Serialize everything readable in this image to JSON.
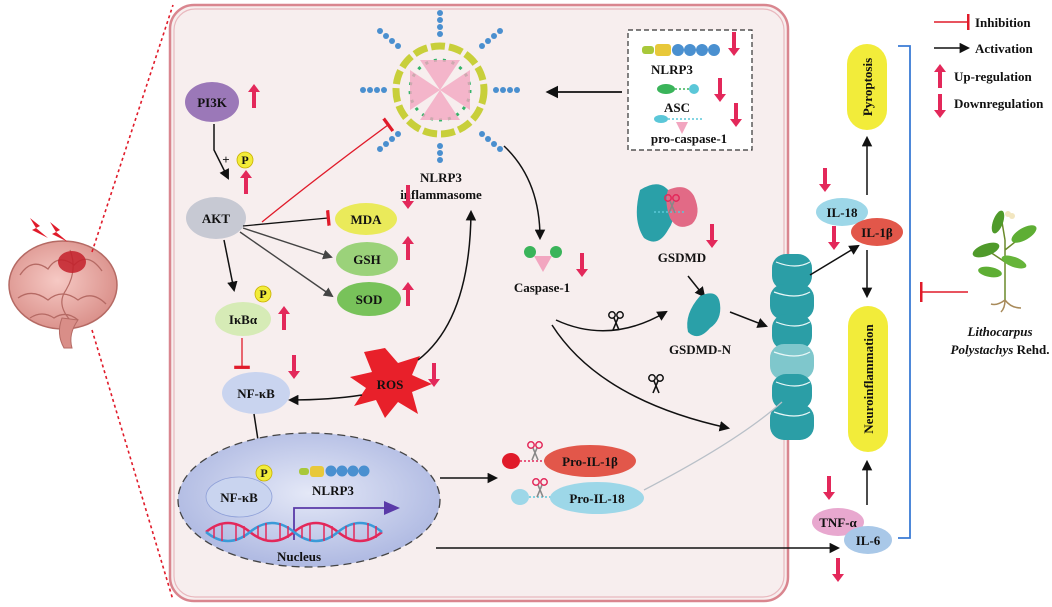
{
  "nodes": {
    "pi3k": "PI3K",
    "p_add": "+",
    "p": "P",
    "akt": "AKT",
    "ikba": "IκBα",
    "nfkb": "NF-κB",
    "mda": "MDA",
    "gsh": "GSH",
    "sod": "SOD",
    "ros": "ROS",
    "nlrp3_inflammasome_1": "NLRP3",
    "nlrp3_inflammasome_2": "inflammasome",
    "caspase1": "Caspase-1",
    "gsdmd": "GSDMD",
    "gsdmd_n": "GSDMD-N",
    "pro_il1b": "Pro-IL-1β",
    "pro_il18": "Pro-IL-18",
    "nucleus": "Nucleus",
    "nucleus_nfkb": "NF-κB",
    "nucleus_nlrp3": "NLRP3",
    "il18": "IL-18",
    "il1b": "IL-1β",
    "tnfa": "TNF-α",
    "il6": "IL-6",
    "pyroptosis": "Pyroptosis",
    "neuroinflammation": "Neuroinflammation"
  },
  "complex_box": {
    "nlrp3": "NLRP3",
    "asc": "ASC",
    "pro_caspase1": "pro-caspase-1"
  },
  "legend": {
    "inhibition": "Inhibition",
    "activation": "Activation",
    "upregulation": "Up-regulation",
    "downregulation": "Downregulation"
  },
  "plant": {
    "line1": "Lithocarpus",
    "line2_italic": "Polystachys",
    "line2_plain": " Rehd."
  },
  "colors": {
    "cell_fill": "#f7eeee",
    "cell_border": "#d9868f",
    "arrow_pink": "#e3285a",
    "inhibit_red": "#e01b2a",
    "pi3k_purple": "#9b78b8",
    "akt_gray": "#c7c9d3",
    "ikba_green": "#d6ebb6",
    "nucleus_blue": "#b9c3e6",
    "mda_yellow": "#eaea5a",
    "gsh_green": "#9bd27a",
    "sod_green": "#78c25a",
    "ros_red": "#e8202a",
    "il1b_red": "#e2574a",
    "il18_blue": "#9dd7e8",
    "tnfa_pink": "#e8a8cf",
    "il6_blue": "#a9c8e8",
    "pyroptosis_yellow": "#f2ec3a",
    "gsdmd_teal": "#2aa0a8",
    "membrane_teal": "#2b9ea6",
    "bracket_blue": "#3a7bd5"
  }
}
